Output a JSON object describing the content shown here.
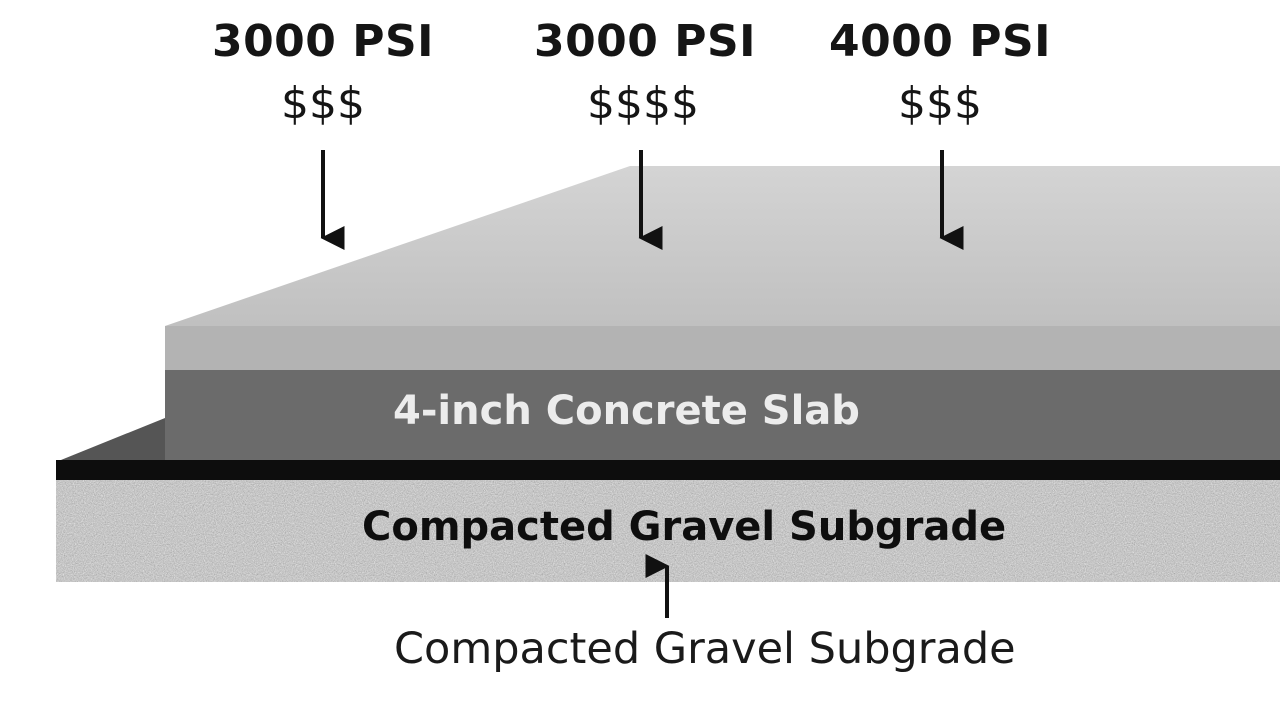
{
  "options": [
    {
      "psi": "3000 PSI",
      "cost": "$$$"
    },
    {
      "psi": "3000 PSI",
      "cost": "$$$$"
    },
    {
      "psi": "4000 PSI",
      "cost": "$$$"
    }
  ],
  "layers": {
    "slab_label": "4-inch Concrete Slab",
    "gravel_label": "Compacted Gravel Subgrade"
  },
  "caption": "Compacted Gravel Subgrade",
  "colors": {
    "slab_top": "#c4c4c4",
    "slab_front_light": "#b5b5b5",
    "slab_front_dark": "#6b6b6b",
    "base_plane": "#555555",
    "vapor_barrier": "#0d0d0d",
    "gravel": "#bcbcbc"
  }
}
